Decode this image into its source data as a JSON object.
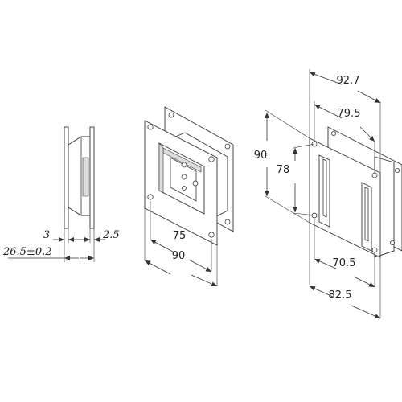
{
  "side_view": {
    "dim_plate": "3",
    "dim_gap": "2.5",
    "dim_depth": "26.5±0.2"
  },
  "front_view": {
    "dim_hole_spacing": "75",
    "dim_width": "90"
  },
  "right_view": {
    "dim_outer_height": "90",
    "dim_inner_height": "78",
    "dim_top_outer": "92.7",
    "dim_top_inner": "79.5",
    "dim_bottom_inner": "70.5",
    "dim_bottom_outer": "82.5"
  }
}
